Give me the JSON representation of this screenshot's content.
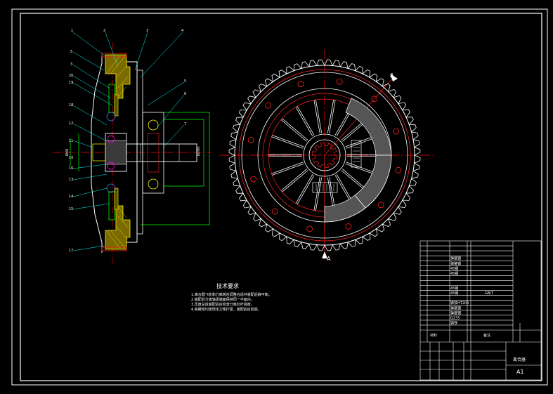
{
  "drawing": {
    "section_label_top": "A",
    "section_label_bottom": "A",
    "callouts_top": [
      "1",
      "2",
      "3",
      "4"
    ],
    "callouts_left": [
      "5",
      "3",
      "20",
      "19",
      "18",
      "12",
      "11",
      "10",
      "16",
      "13",
      "14",
      "15",
      "17"
    ],
    "callouts_right": [
      "5",
      "6",
      "7"
    ],
    "tech_title": "技术要求",
    "tech_lines": [
      "1.离合器飞轮和分离板应调整合适并装配后静平衡。",
      "2.装配后分离轴承端面保持同一平面内。",
      "3.压盘总成装配后应检查分离杠杆高度。",
      "4.各螺栓均按规定力矩拧紧，装配后应检验。"
    ],
    "title_block": {
      "drawing_name": "离合器",
      "scale_code": "A1",
      "material_header": "材料",
      "note_header": "备注",
      "part_rows": [
        "",
        "",
        "",
        "",
        "",
        "",
        "",
        "",
        "",
        "",
        "",
        "",
        "",
        "",
        "",
        "",
        "",
        ""
      ],
      "material_cells": [
        "",
        "",
        "",
        "弹簧钢",
        "弹簧钢",
        "45钢",
        "45钢",
        "",
        "",
        "45钢",
        "45钢",
        "",
        "铸铁HT200",
        "弹簧钢",
        "弹簧钢",
        "Q235",
        "铸铁",
        ""
      ],
      "remark_cells": [
        "",
        "",
        "",
        "",
        "",
        "",
        "",
        "",
        "",
        "",
        "GB/T",
        "",
        "",
        "",
        "",
        "",
        "",
        ""
      ]
    }
  },
  "colors": {
    "frame": "#ffffff",
    "centerline": "#ff0000",
    "outline": "#ffffff",
    "dimension": "#00ff00",
    "hatch": "#ffff00",
    "leader": "#00ffff",
    "part_red": "#ff2020",
    "blue": "#4080ff",
    "magenta": "#ff00ff"
  }
}
